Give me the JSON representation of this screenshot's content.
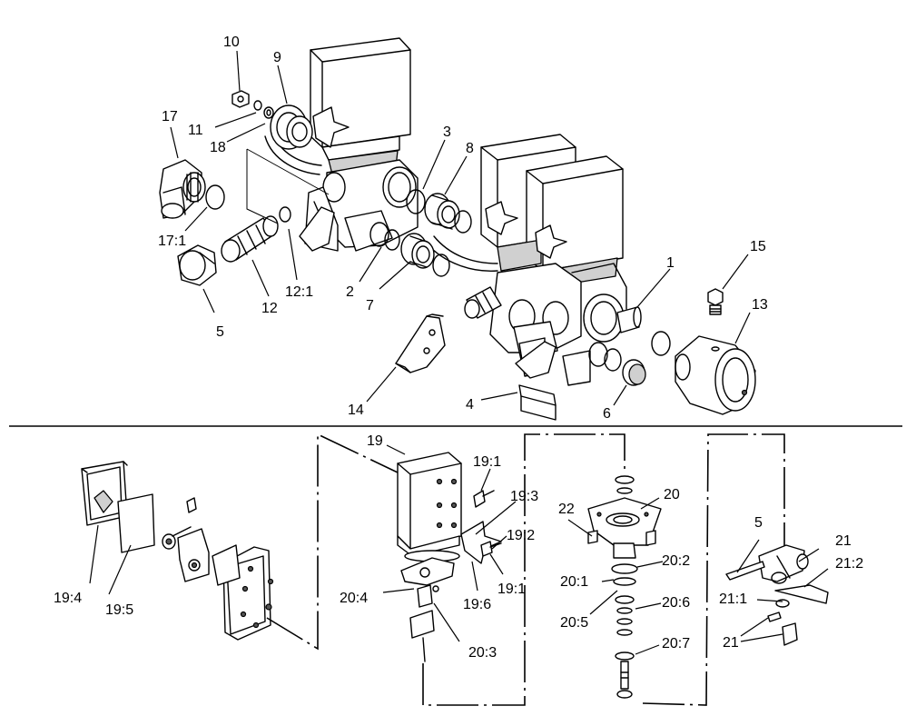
{
  "labels": {
    "l1": "1",
    "l2": "2",
    "l3": "3",
    "l4": "4",
    "l5": "5",
    "l6": "6",
    "l7": "7",
    "l8": "8",
    "l9": "9",
    "l10": "10",
    "l11": "11",
    "l12": "12",
    "l12_1": "12:1",
    "l13": "13",
    "l14": "14",
    "l15": "15",
    "l17": "17",
    "l17_1": "17:1",
    "l18": "18",
    "l19": "19",
    "l19_1a": "19:1",
    "l19_1b": "19:1",
    "l19_2": "19:2",
    "l19_3": "19:3",
    "l19_4": "19:4",
    "l19_5": "19:5",
    "l19_6": "19:6",
    "l20": "20",
    "l20_1": "20:1",
    "l20_2": "20:2",
    "l20_3": "20:3",
    "l20_4": "20:4",
    "l20_5": "20:5",
    "l20_6": "20:6",
    "l20_7": "20:7",
    "l21a": "21",
    "l21b": "21",
    "l21_1": "21:1",
    "l21_2": "21:2",
    "l22": "22",
    "l5b": "5"
  }
}
